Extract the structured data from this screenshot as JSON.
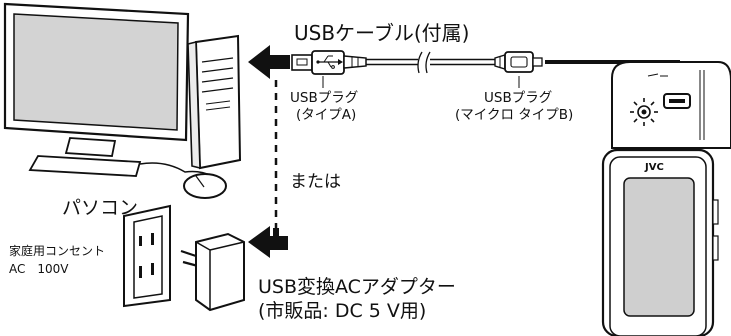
{
  "cable": {
    "title": "USBケーブル(付属)",
    "plug_a_line1": "USBプラグ",
    "plug_a_line2": "(タイプA)",
    "plug_b_line1": "USBプラグ",
    "plug_b_line2": "(マイクロ タイプB)"
  },
  "pc": {
    "label": "パソコン"
  },
  "connector": {
    "or_label": "または"
  },
  "outlet": {
    "line1": "家庭用コンセント",
    "line2": "AC　100V"
  },
  "adapter": {
    "line1": "USB変換ACアダプター",
    "line2": "(市販品: DC 5 V用)"
  },
  "camera": {
    "brand": "JVC"
  }
}
